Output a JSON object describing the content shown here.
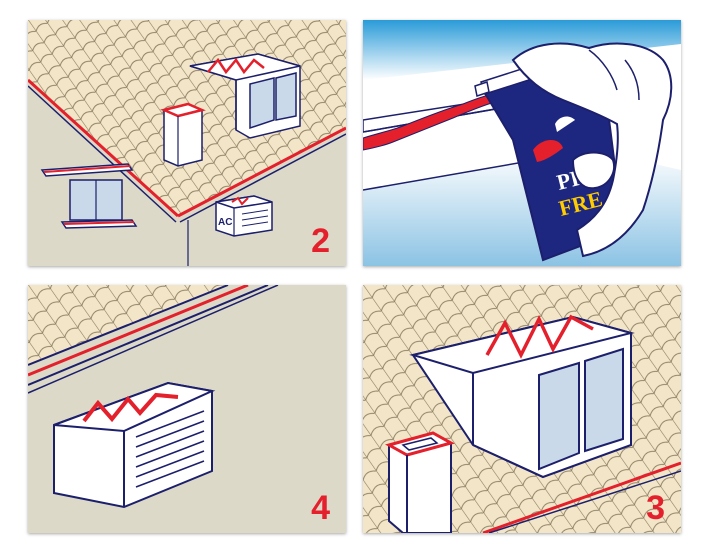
{
  "panels": [
    {
      "name": "panel-overview",
      "step": "2",
      "ac_label": "AC"
    },
    {
      "name": "panel-apply-gel",
      "product_line1": "PIGE",
      "product_line2": "FRE"
    },
    {
      "name": "panel-ac-unit",
      "step": "4"
    },
    {
      "name": "panel-dormer",
      "step": "3"
    }
  ],
  "colors": {
    "wall": "#dcd9c8",
    "roof_tile": "#f3e6c8",
    "outline": "#1c1f6b",
    "gel_red": "#e3202b",
    "number_red": "#e3202b",
    "glass": "#c9d9ea",
    "can_blue": "#1e2780"
  }
}
